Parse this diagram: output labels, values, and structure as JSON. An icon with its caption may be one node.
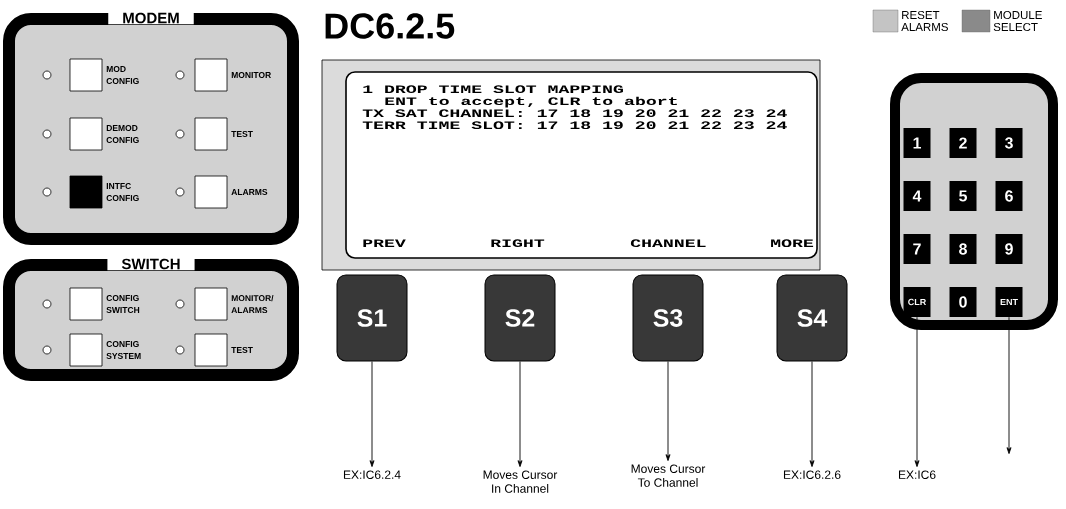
{
  "diagram": {
    "title": "DC6.2.5",
    "nodes": [
      {
        "text": [
          "MODEM"
        ]
      },
      {
        "text": [],
        "shape": "box",
        "beside": [
          "MOD CONFIG"
        ],
        "in": 0
      },
      {
        "text": [],
        "shape": "box",
        "beside": [
          "MONITOR"
        ],
        "in": 0
      },
      {
        "text": [],
        "shape": "box",
        "beside": [
          "DEMOD CONFIG"
        ],
        "in": 0
      },
      {
        "text": [],
        "shape": "box",
        "beside": [
          "TEST"
        ],
        "in": 0
      },
      {
        "text": [],
        "shape": "box",
        "beside": [
          "INTFC CONFIG"
        ],
        "in": 0
      },
      {
        "text": [],
        "shape": "box",
        "beside": [
          "ALARMS"
        ],
        "in": 0
      },
      {
        "text": [
          "SWITCH"
        ]
      },
      {
        "text": [],
        "shape": "box",
        "beside": [
          "CONFIG SWITCH"
        ],
        "in": 7
      },
      {
        "text": [],
        "shape": "box",
        "beside": [
          "MONITOR/ ALARMS"
        ],
        "in": 7
      },
      {
        "text": [],
        "shape": "box",
        "beside": [
          "CONFIG SYSTEM"
        ],
        "in": 7
      },
      {
        "text": [],
        "shape": "box",
        "beside": [
          "TEST"
        ],
        "in": 7
      },
      {
        "text": [
          "1 DROP TIME SLOT MAPPING",
          "ENT to accept, CLR to abort",
          "TX SAT CHANNEL: 17 18 19 20 21 22 23 24",
          "TERR TIME SLOT: 17 18 19 20 21 22 23 24",
          "PREV",
          "RIGHT",
          "CHANNEL",
          "MORE"
        ]
      },
      {
        "text": [
          "S1"
        ]
      },
      {
        "text": [
          "S2"
        ]
      },
      {
        "text": [
          "S3"
        ]
      },
      {
        "text": [
          "S4"
        ]
      },
      {
        "text": [],
        "shape": "box"
      },
      {
        "text": [
          "1"
        ],
        "in": 17
      },
      {
        "text": [
          "2"
        ],
        "in": 17
      },
      {
        "text": [
          "3"
        ],
        "in": 17
      },
      {
        "text": [
          "4"
        ],
        "in": 17
      },
      {
        "text": [
          "5"
        ],
        "in": 17
      },
      {
        "text": [
          "6"
        ],
        "in": 17
      },
      {
        "text": [
          "7"
        ],
        "in": 17
      },
      {
        "text": [
          "8"
        ],
        "in": 17
      },
      {
        "text": [
          "9"
        ],
        "in": 17
      },
      {
        "text": [
          "CLR"
        ],
        "in": 17
      },
      {
        "text": [
          "0"
        ],
        "in": 17
      },
      {
        "text": [
          "ENT"
        ],
        "in": 17
      },
      {
        "text": [
          "EX:IC6.2.4"
        ]
      },
      {
        "text": [
          "Moves Cursor In Channel"
        ]
      },
      {
        "text": [
          "Moves Cursor To Channel"
        ]
      },
      {
        "text": [
          "EX:IC6.2.6"
        ]
      },
      {
        "text": [
          "EX:IC6"
        ]
      }
    ],
    "edges": [
      {
        "from": 13,
        "to": 30,
        "arrow": "to"
      },
      {
        "from": 14,
        "to": 31,
        "arrow": "to"
      },
      {
        "from": 15,
        "to": 32,
        "arrow": "to"
      },
      {
        "from": 16,
        "to": 33,
        "arrow": "to"
      },
      {
        "from": 27,
        "to": 34,
        "arrow": "to"
      },
      {
        "from": 29,
        "to": null,
        "arrow": "to"
      }
    ],
    "legend": [
      {
        "text": "RESET ALARMS",
        "color": "#c4c4c4"
      },
      {
        "text": "MODULE SELECT",
        "color": "#8a8a8a"
      }
    ]
  }
}
